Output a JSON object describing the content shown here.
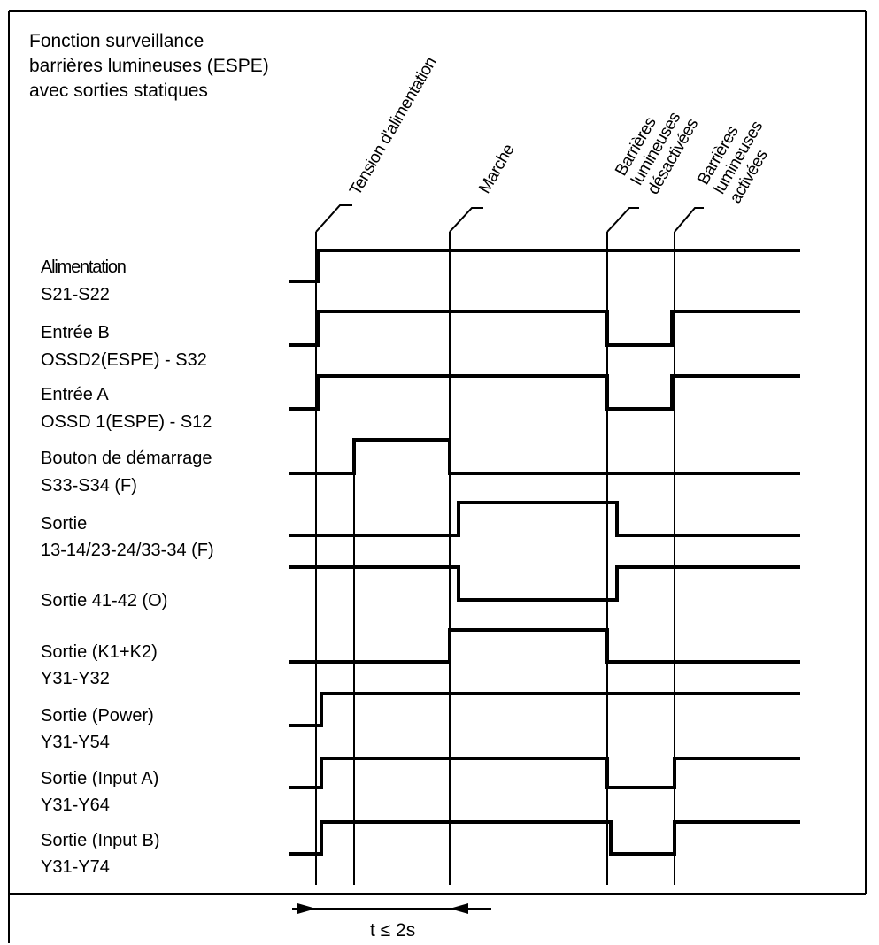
{
  "title": {
    "line1": "Fonction surveillance",
    "line2": "barrières lumineuses (ESPE)",
    "line3": "avec sorties statiques"
  },
  "events": {
    "supply": "Tension d'alimentation",
    "start": "Marche",
    "deactivated": [
      "Barrières",
      "lumineuses",
      "désactivées"
    ],
    "activated": [
      "Barrières",
      "lumineuses",
      "activées"
    ]
  },
  "signals": [
    {
      "name": "Alimentation",
      "terminal": "S21-S22"
    },
    {
      "name": "Entrée B",
      "terminal": "OSSD2(ESPE) - S32"
    },
    {
      "name": "Entrée A",
      "terminal": "OSSD 1(ESPE) - S12"
    },
    {
      "name": "Bouton de démarrage",
      "terminal": "S33-S34 (F)"
    },
    {
      "name": "Sortie",
      "terminal": "13-14/23-24/33-34 (F)"
    },
    {
      "name": "Sortie 41-42 (O)",
      "terminal": ""
    },
    {
      "name": "Sortie (K1+K2)",
      "terminal": "Y31-Y32"
    },
    {
      "name": "Sortie (Power)",
      "terminal": "Y31-Y54"
    },
    {
      "name": "Sortie (Input A)",
      "terminal": "Y31-Y64"
    },
    {
      "name": "Sortie (Input B)",
      "terminal": "Y31-Y74"
    }
  ],
  "timing_note": "t ≤ 2s"
}
